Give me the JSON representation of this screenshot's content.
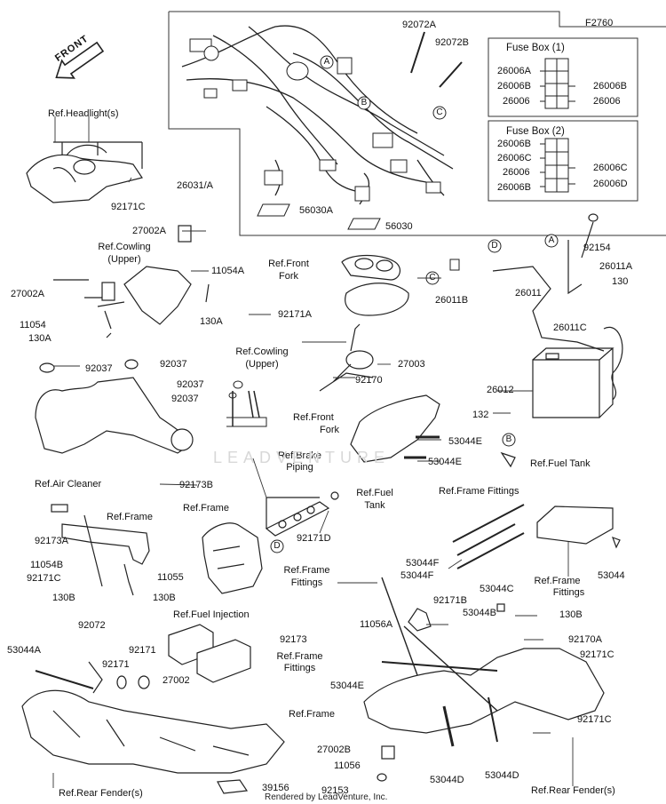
{
  "diagram_id": "F2760",
  "front_arrow": "FRONT",
  "watermark": "LEADVENTURE",
  "footer": "Rendered by LeadVenture, Inc.",
  "callouts": {
    "a": "A",
    "b": "B",
    "c": "C",
    "d": "D"
  },
  "fuse_box_1": {
    "title": "Fuse Box (1)",
    "left": [
      "26006A",
      "26006B",
      "26006"
    ],
    "right": [
      "26006B",
      "26006"
    ]
  },
  "fuse_box_2": {
    "title": "Fuse Box (2)",
    "left": [
      "26006B",
      "26006C",
      "26006",
      "26006B"
    ],
    "right": [
      "26006C",
      "26006D"
    ]
  },
  "labels": {
    "p92072A": "92072A",
    "p92072B": "92072B",
    "p26031A": "26031/A",
    "p56030A": "56030A",
    "p56030": "56030",
    "refHeadlight": "Ref.Headlight(s)",
    "p92171C_1": "92171C",
    "p27002A_1": "27002A",
    "refCowlingUpper_1a": "Ref.Cowling",
    "refCowlingUpper_1b": "(Upper)",
    "p11054A": "11054A",
    "p27002A_2": "27002A",
    "p11054": "11054",
    "p130A_1": "130A",
    "p130A_2": "130A",
    "p92171A": "92171A",
    "refFrontFork_1a": "Ref.Front",
    "refFrontFork_1b": "Fork",
    "p26011B": "26011B",
    "p92154": "92154",
    "p26011A": "26011A",
    "p26011": "26011",
    "p130": "130",
    "p26011C": "26011C",
    "p26012": "26012",
    "p92037_1": "92037",
    "p92037_2": "92037",
    "p92037_3": "92037",
    "p92037_4": "92037",
    "refCowlingUpper_2a": "Ref.Cowling",
    "refCowlingUpper_2b": "(Upper)",
    "p27003": "27003",
    "p92170": "92170",
    "refFrontFork_2a": "Ref.Front",
    "refFrontFork_2b": "Fork",
    "p132": "132",
    "p53044E_1": "53044E",
    "p53044E_2": "53044E",
    "refFuelTank_1": "Ref.Fuel Tank",
    "refAirCleaner": "Ref.Air Cleaner",
    "p92173B": "92173B",
    "refBrakePiping_a": "Ref.Brake",
    "refBrakePiping_b": "Piping",
    "refFuelTank_2a": "Ref.Fuel",
    "refFuelTank_2b": "Tank",
    "refFrameFittings_1": "Ref.Frame Fittings",
    "refFrame_1": "Ref.Frame",
    "refFrame_2": "Ref.Frame",
    "p92173A": "92173A",
    "p92171D": "92171D",
    "p11054B": "11054B",
    "p92171C_2": "92171C",
    "p11055": "11055",
    "p130B_1": "130B",
    "p130B_2": "130B",
    "p53044F_1": "53044F",
    "p53044F_2": "53044F",
    "p53044": "53044",
    "refFrameFittings_2a": "Ref.Frame",
    "refFrameFittings_2b": "Fittings",
    "refFrameFittings_3a": "Ref.Frame",
    "refFrameFittings_3b": "Fittings",
    "refFuelInjection": "Ref.Fuel Injection",
    "p92072": "92072",
    "p53044A": "53044A",
    "p92171_1": "92171",
    "p92171_2": "92171",
    "p27002": "27002",
    "p92171B": "92171B",
    "p53044C": "53044C",
    "p11056A": "11056A",
    "p53044B": "53044B",
    "p130B_3": "130B",
    "p92173": "92173",
    "refFrameFittings_4a": "Ref.Frame",
    "refFrameFittings_4b": "Fittings",
    "p92170A": "92170A",
    "p53044E_3": "53044E",
    "p92171C_3": "92171C",
    "refFrame_3": "Ref.Frame",
    "p92171C_4": "92171C",
    "p27002B": "27002B",
    "p11056": "11056",
    "p53044D_1": "53044D",
    "p53044D_2": "53044D",
    "p92153": "92153",
    "refRearFender_1": "Ref.Rear Fender(s)",
    "refRearFender_2": "Ref.Rear Fender(s)",
    "p39156": "39156"
  }
}
